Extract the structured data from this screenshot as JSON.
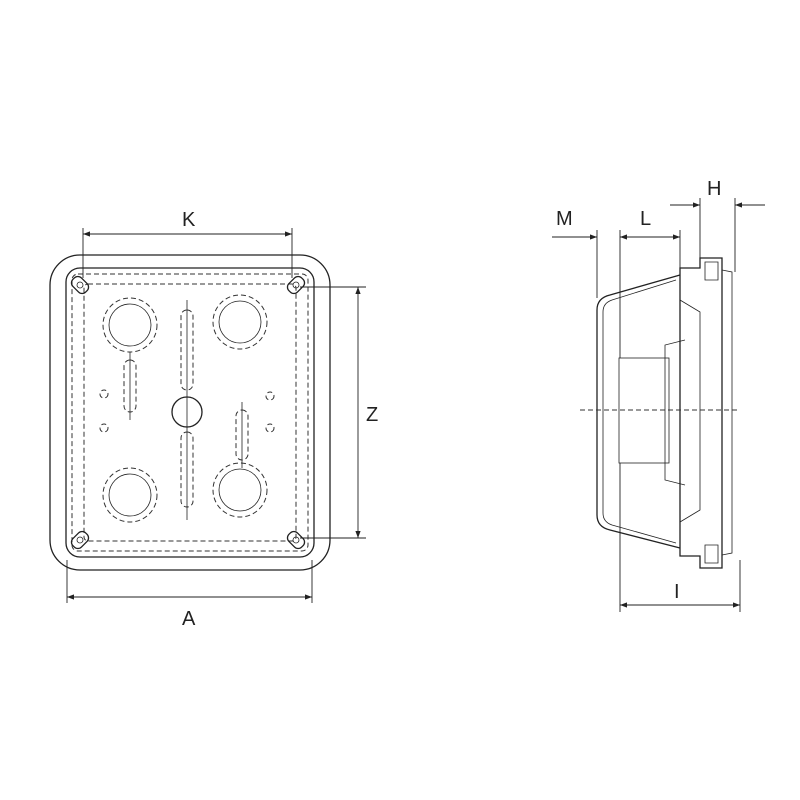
{
  "front_view": {
    "dimensions": {
      "k": "K",
      "z": "Z",
      "a": "A"
    }
  },
  "side_view": {
    "dimensions": {
      "m": "M",
      "l": "L",
      "h": "H",
      "i": "I"
    }
  },
  "colors": {
    "line": "#222222",
    "background": "#ffffff"
  }
}
